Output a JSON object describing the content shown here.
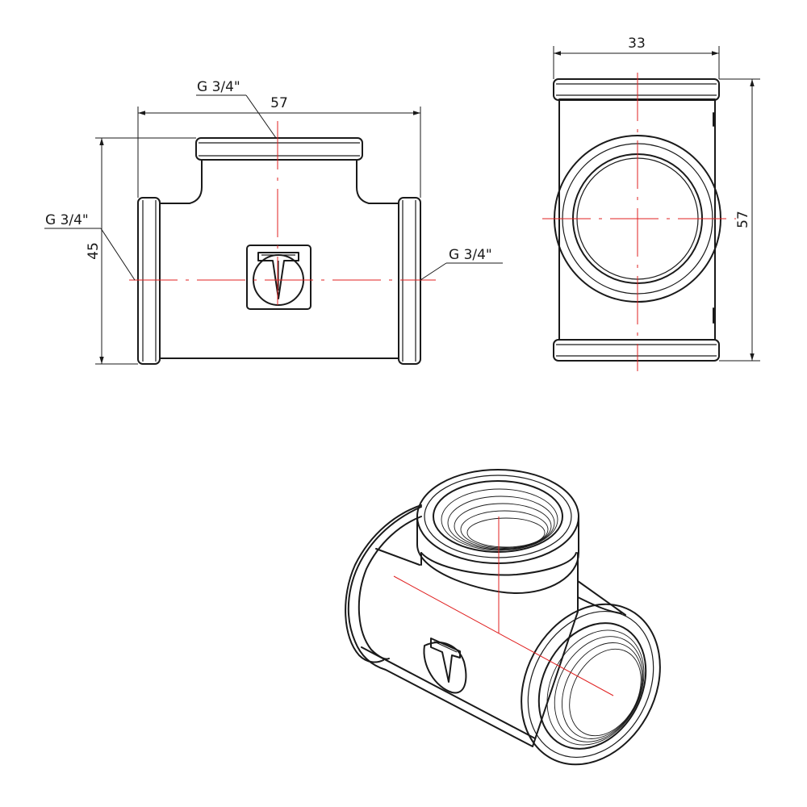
{
  "front_view": {
    "thread_top": "G 3/4\"",
    "thread_left": "G 3/4\"",
    "thread_right": "G 3/4\"",
    "dim_width": "57",
    "dim_height": "45"
  },
  "side_view": {
    "dim_width": "33",
    "dim_height": "57"
  },
  "colors": {
    "line": "#1a1a1a",
    "centerline": "#e02020",
    "background": "#ffffff"
  }
}
